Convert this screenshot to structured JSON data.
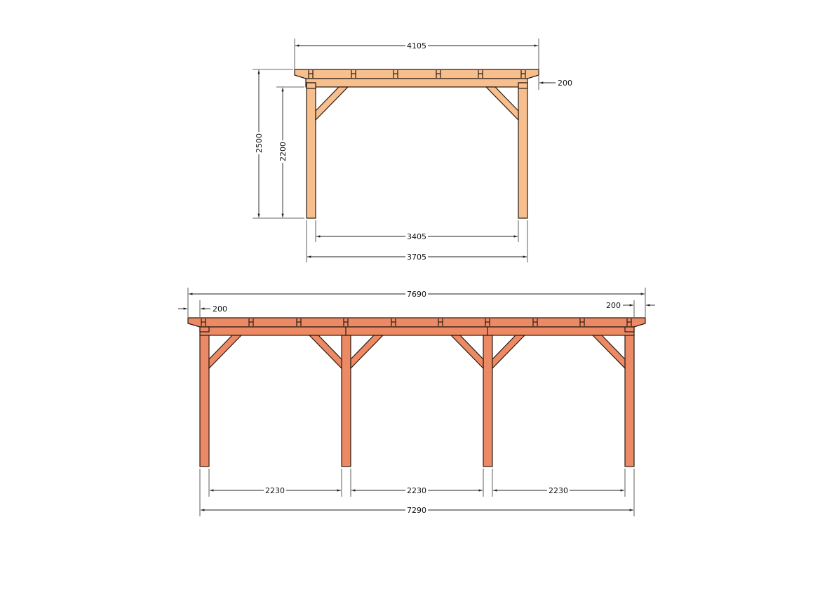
{
  "drawing": {
    "colors": {
      "front_view_wood": "#f6bf8d",
      "side_view_wood": "#ec8a66",
      "outline": "#2a1a10",
      "dimension_line": "#222222",
      "background": "#ffffff"
    },
    "front_view": {
      "overall_roof_width": "4105",
      "overhang_right": "200",
      "total_height": "2500",
      "post_height": "2200",
      "inner_post_span": "3405",
      "outer_post_span": "3705"
    },
    "side_view": {
      "overall_roof_length": "7690",
      "overhang_left": "200",
      "overhang_right": "200",
      "bay_spans": [
        "2230",
        "2230",
        "2230"
      ],
      "outer_post_span": "7290"
    }
  }
}
